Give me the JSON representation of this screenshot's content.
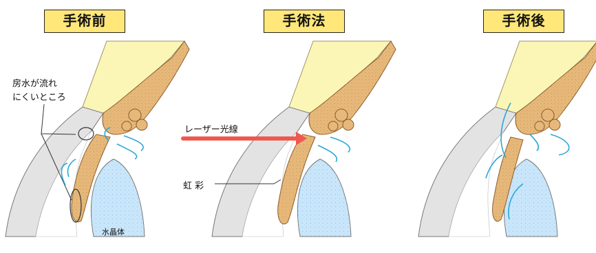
{
  "panels": [
    {
      "title": "手術前"
    },
    {
      "title": "手術法"
    },
    {
      "title": "手術後"
    }
  ],
  "labels": {
    "aqueous_obstruction_line1": "房水が流れ",
    "aqueous_obstruction_line2": "にくいところ",
    "lens": "水晶体",
    "laser_beam": "レーザー光線",
    "iris": "虹 彩"
  },
  "colors": {
    "title_bg": "#ffe77a",
    "sclera": "#fbf6b6",
    "cornea": "#e3e3e3",
    "iris_tissue": "#e6b97b",
    "lens": "#c9e6fb",
    "aqueous_flow": "#2aa7d8",
    "laser": "#f0584f"
  }
}
